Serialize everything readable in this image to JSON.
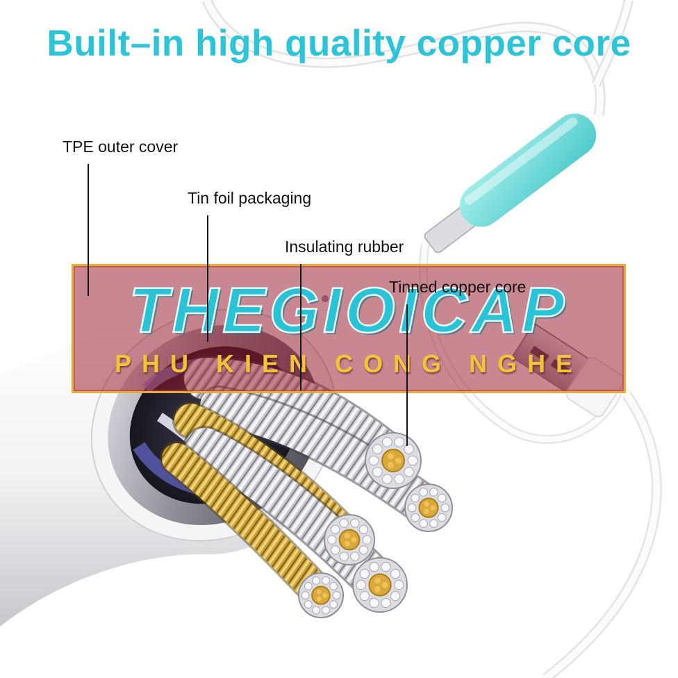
{
  "title": {
    "text": "Built–in high quality copper core"
  },
  "callouts": {
    "tpe": "TPE outer cover",
    "tinfoil": "Tin foil packaging",
    "rubber": "Insulating rubber",
    "copper": "Tinned copper core"
  },
  "watermark": {
    "brand": "THEGIOICAP",
    "tagline": "PHU KIEN CONG NGHE"
  },
  "colors": {
    "title_text": "#2cc4d8",
    "label_text": "#121212",
    "watermark_bg": "#981a2c",
    "watermark_border": "#dfae3c",
    "brand_text": "#29c3d8",
    "tagline_text": "#f3c437",
    "adapter_teal": "#6fdcd8",
    "copper_gold": "#d9a93e",
    "cable_jacket": "#f5f5f7",
    "foil_ring": "#8f8f99"
  }
}
